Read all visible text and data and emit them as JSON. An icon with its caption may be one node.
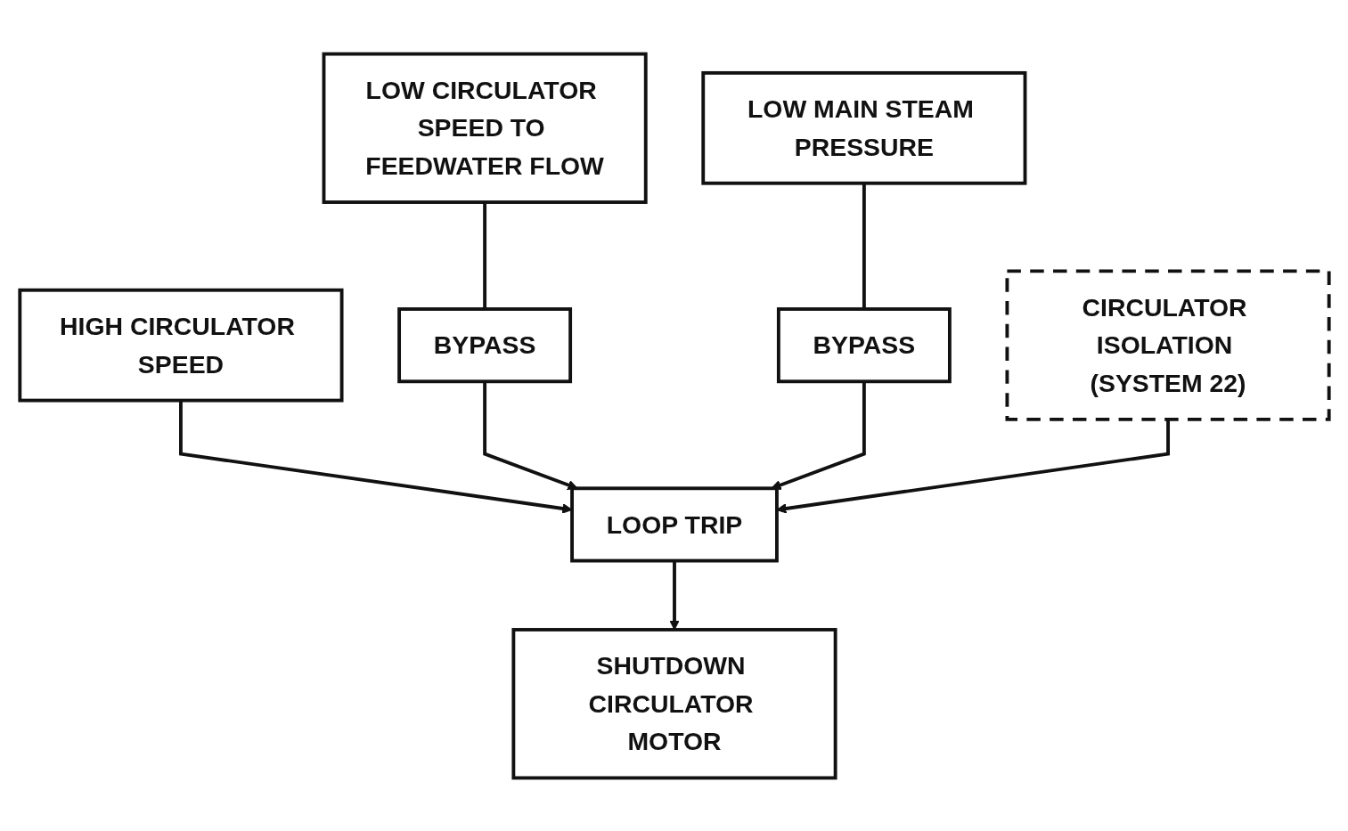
{
  "diagram": {
    "nodes": [
      {
        "text": [
          "HIGH CIRCULATOR SPEED"
        ]
      },
      {
        "text": [
          "LOW CIRCULATOR SPEED TO FEEDWATER FLOW"
        ]
      },
      {
        "text": [
          "LOW MAIN STEAM PRESSURE"
        ]
      },
      {
        "text": [
          "CIRCULATOR ISOLATION (SYSTEM 22)"
        ]
      },
      {
        "text": [
          "BYPASS"
        ]
      },
      {
        "text": [
          "BYPASS"
        ]
      },
      {
        "text": [
          "LOOP TRIP"
        ]
      },
      {
        "text": [
          "SHUTDOWN CIRCULATOR MOTOR"
        ]
      }
    ],
    "edges": [
      {
        "from": 1,
        "to": 4,
        "arrow": "none"
      },
      {
        "from": 2,
        "to": 5,
        "arrow": "none"
      },
      {
        "from": 0,
        "to": 6,
        "arrow": "to"
      },
      {
        "from": 4,
        "to": 6,
        "arrow": "to"
      },
      {
        "from": 5,
        "to": 6,
        "arrow": "to"
      },
      {
        "from": 3,
        "to": 6,
        "arrow": "to"
      },
      {
        "from": 6,
        "to": 7,
        "arrow": "to"
      }
    ]
  }
}
